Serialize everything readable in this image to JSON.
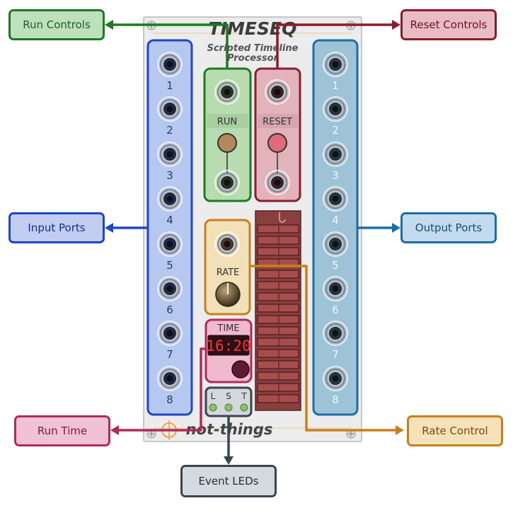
{
  "module": {
    "title": "TIMESEQ",
    "subtitle_line1": "Scripted Timeline",
    "subtitle_line2": "Processor",
    "brand": "not-things",
    "time_display": "16:20",
    "time_label": "TIME",
    "run_label": "RUN",
    "reset_label": "RESET",
    "rate_label": "RATE",
    "led_labels": [
      "L",
      "S",
      "T"
    ],
    "port_numbers": [
      "1",
      "2",
      "3",
      "4",
      "5",
      "6",
      "7",
      "8"
    ]
  },
  "callouts": {
    "run_controls": "Run Controls",
    "reset_controls": "Reset Controls",
    "input_ports": "Input Ports",
    "output_ports": "Output Ports",
    "run_time": "Run Time",
    "rate_control": "Rate Control",
    "event_leds": "Event LEDs"
  },
  "colors": {
    "run": "#1e7a1e",
    "reset": "#8b1c2c",
    "input": "#2145c8",
    "output": "#1a6fa8",
    "time": "#b02a5a",
    "rate": "#c7811b",
    "leds": "#3a4550"
  }
}
